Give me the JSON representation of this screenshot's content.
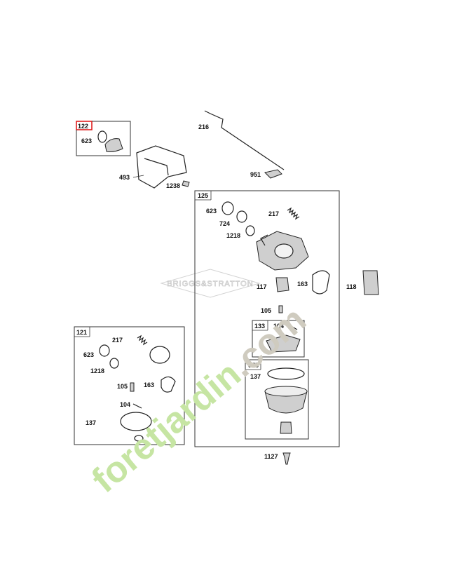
{
  "callouts": {
    "c122": "122",
    "c623a": "623",
    "c493": "493",
    "c1238": "1238",
    "c216": "216",
    "c951": "951",
    "c125": "125",
    "c623b": "623",
    "c724": "724",
    "c1218a": "1218",
    "c217a": "217",
    "c117": "117",
    "c163a": "163",
    "c118": "118",
    "c105a": "105",
    "c133": "133",
    "c104a": "104",
    "c975": "975",
    "c137a": "137",
    "c121": "121",
    "c217b": "217",
    "c623c": "623",
    "c1218b": "1218",
    "c105b": "105",
    "c163b": "163",
    "c104b": "104",
    "c137b": "137",
    "c1127": "1127"
  },
  "watermark": {
    "text": "foretjardin.com",
    "color_green": "#c6e5a3",
    "color_gray": "#cfcbbf"
  },
  "logo_text": "BRIGGS&STRATTON",
  "highlight_color": "#e02020"
}
